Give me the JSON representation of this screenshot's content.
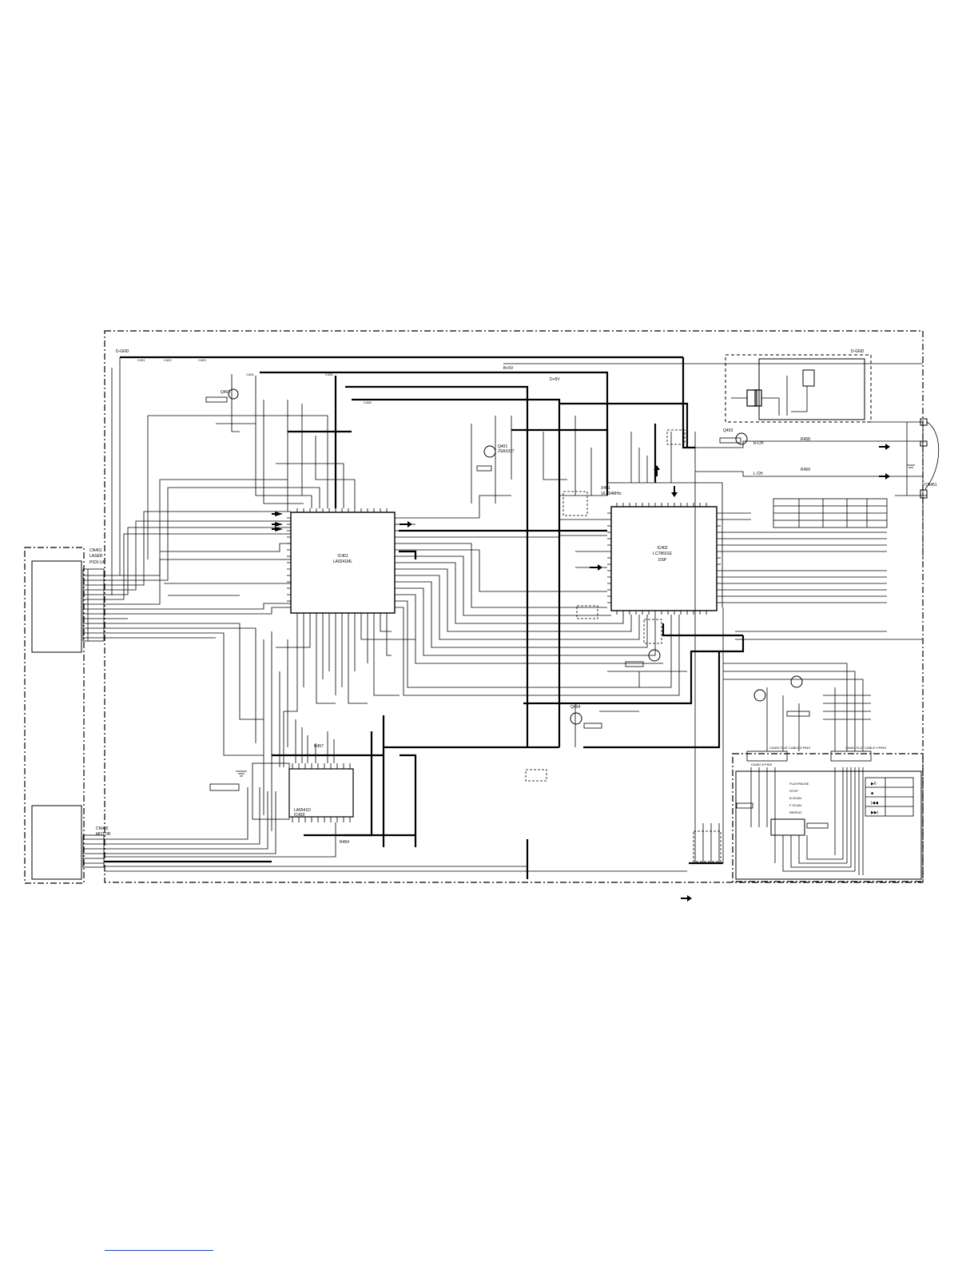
{
  "labels": {
    "d_gnd_left": "D-GND",
    "d_gnd_right": "D-GND",
    "b_line": "B+5V",
    "d_line": "D+5V",
    "pickup_cn": "CN401",
    "pickup_laser": "LASER",
    "pickup_pickup": "PICK UP",
    "motor_cn": "CN402",
    "motor_name": "MOTOR",
    "ic401_ref": "IC401",
    "ic401_part": "LA9241ML",
    "ic402_ref": "IC402",
    "ic402_part": "LC78601E",
    "ic402_dsp": "DSP",
    "ic403_part": "LA6541D",
    "ic403_sub": "IC403",
    "q401": "Q401",
    "q401_part": "2SA1037",
    "q402": "Q402",
    "q403": "Q403",
    "q404": "Q404",
    "x401": "X401",
    "x401_freq": "16.934MHz",
    "r_ch": "R-CH",
    "l_ch": "L-CH",
    "r458": "R458",
    "r459": "R459",
    "out_jack": "CN451",
    "flat_cable_1": "CN403 FLAT CABLE 8 PINS",
    "flat_cable_2": "CN404 FLAT CABLE 9 PINS",
    "sw_play": "PLAY/PAUSE",
    "sw_stop": "STOP",
    "sw_bscan": "B-SCAN",
    "sw_fscan": "F-SCAN",
    "sw_repeat": "REPEAT",
    "cn_mid": "CN402 8 PINS",
    "cn_mid2": "CN403 FLAT CABLE 8 PINS",
    "r457": "R457",
    "r454": "R454",
    "c401": "C401",
    "c402": "C402",
    "c403": "C403",
    "c404": "C404",
    "c405": "C405",
    "c406": "C406"
  },
  "table_right": {
    "rows": [
      [
        "",
        "",
        "",
        "",
        ""
      ],
      [
        "",
        "",
        "",
        "",
        ""
      ],
      [
        "",
        "",
        "",
        "",
        ""
      ],
      [
        "",
        "",
        "",
        "",
        ""
      ]
    ]
  },
  "symbol_table": {
    "rows": [
      "▶II",
      "■",
      "|◀◀",
      "▶▶|"
    ]
  },
  "legend_arrow": "➡"
}
